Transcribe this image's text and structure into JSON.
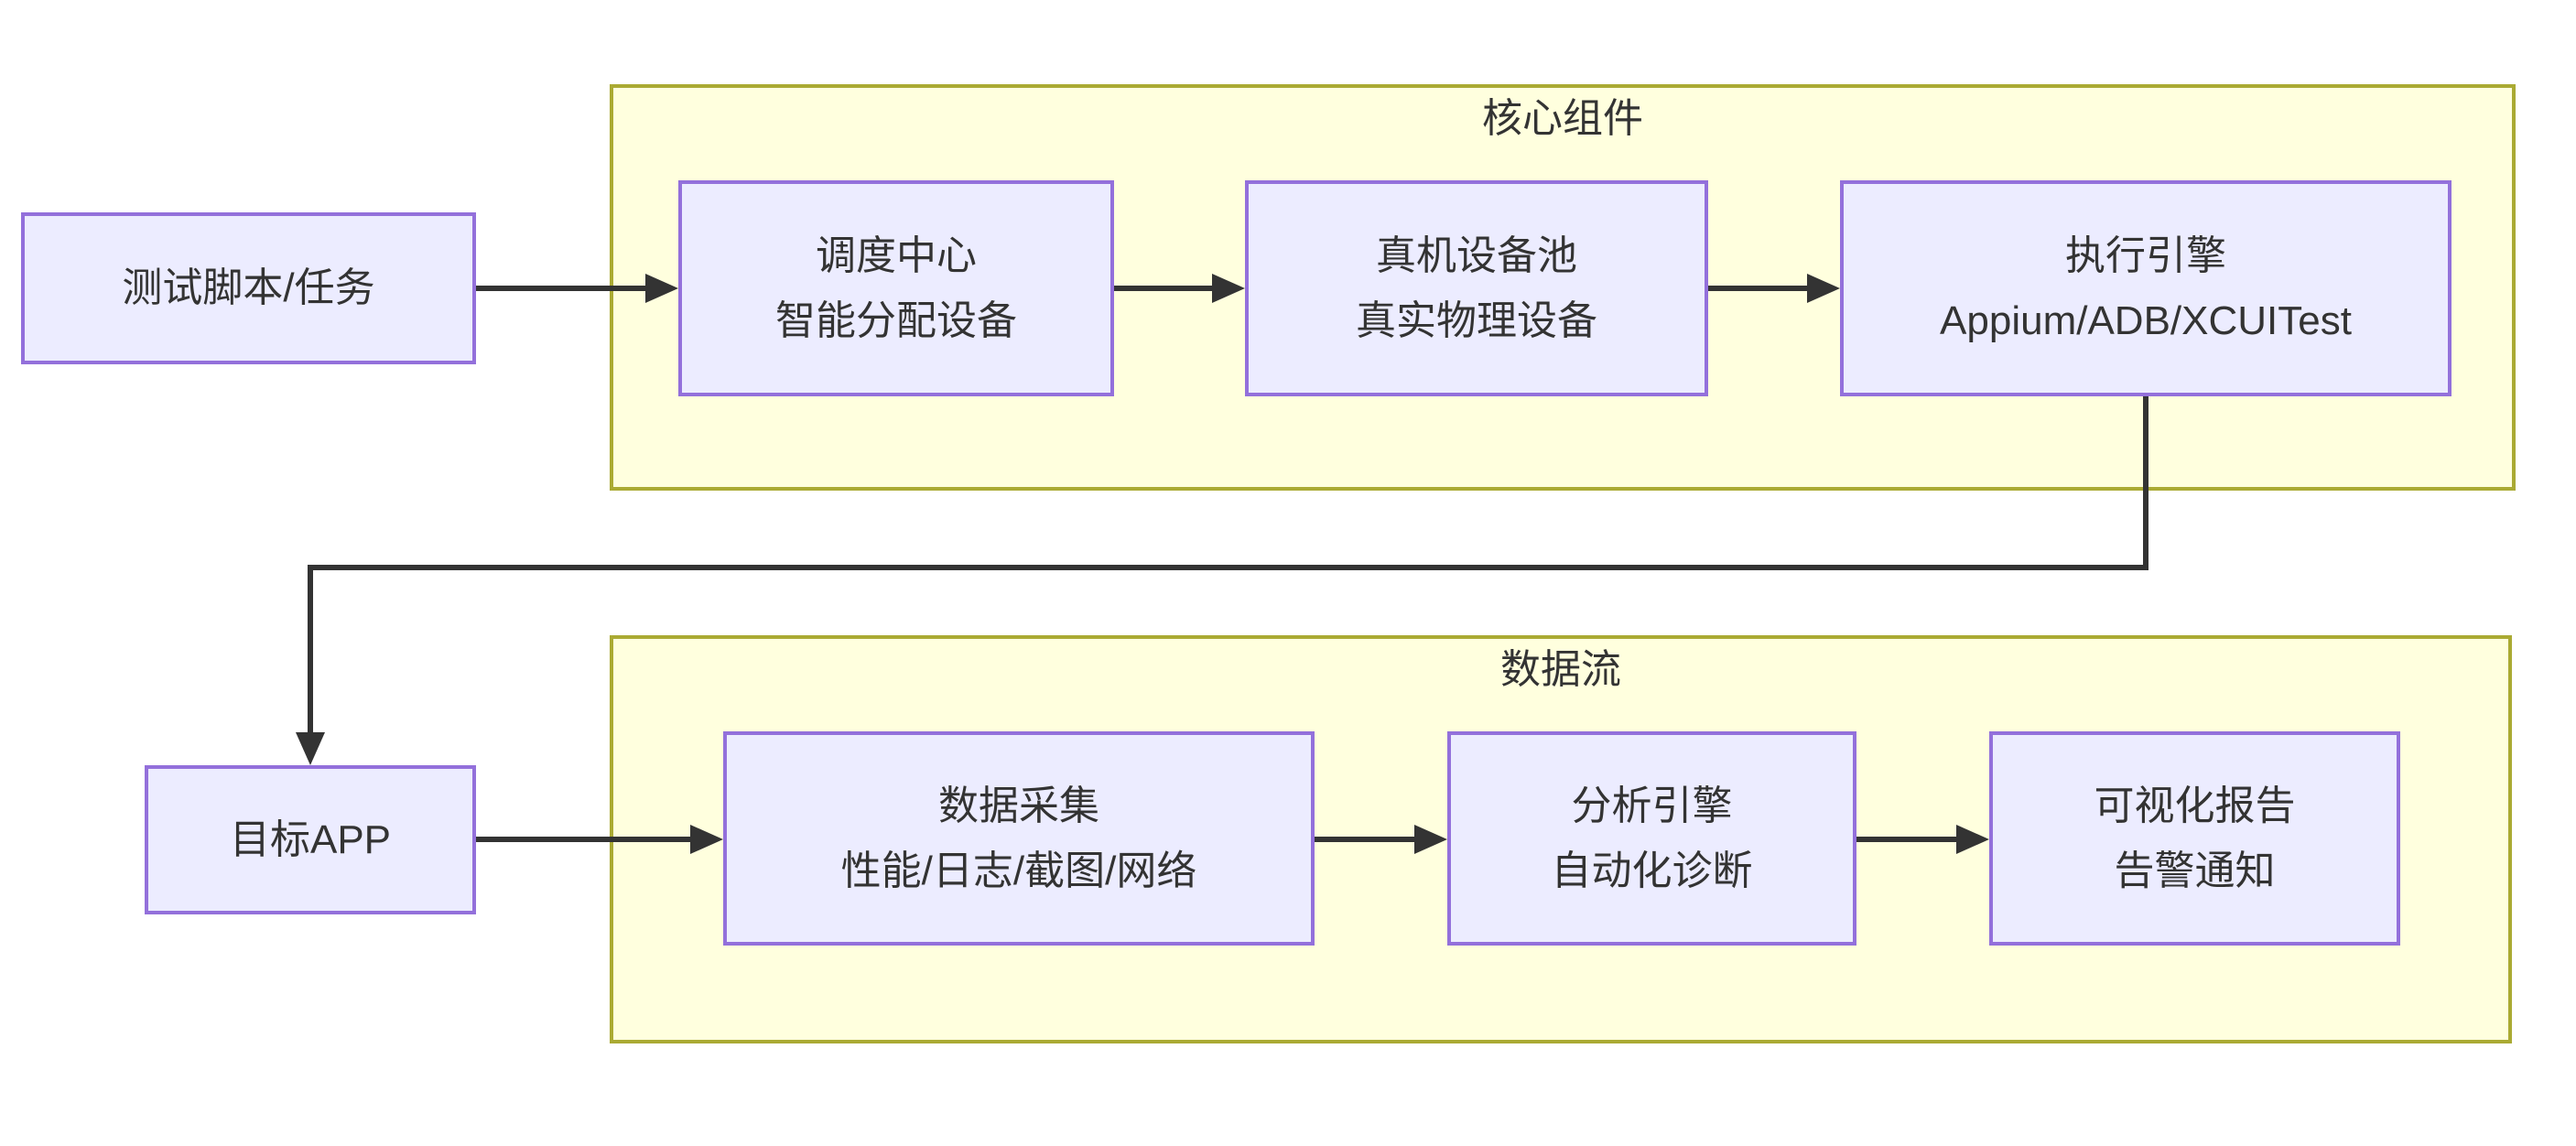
{
  "diagram": {
    "type": "flowchart",
    "clusters": {
      "core": {
        "title": "核心组件"
      },
      "dataflow": {
        "title": "数据流"
      }
    },
    "nodes": {
      "test_script": {
        "lines": [
          "测试脚本/任务"
        ]
      },
      "scheduler": {
        "lines": [
          "调度中心",
          "智能分配设备"
        ]
      },
      "device_pool": {
        "lines": [
          "真机设备池",
          "真实物理设备"
        ]
      },
      "exec_engine": {
        "lines": [
          "执行引擎",
          "Appium/ADB/XCUITest"
        ]
      },
      "target_app": {
        "lines": [
          "目标APP"
        ]
      },
      "data_collect": {
        "lines": [
          "数据采集",
          "性能/日志/截图/网络"
        ]
      },
      "analysis": {
        "lines": [
          "分析引擎",
          "自动化诊断"
        ]
      },
      "report": {
        "lines": [
          "可视化报告",
          "告警通知"
        ]
      }
    },
    "edges": [
      {
        "from": "test_script",
        "to": "scheduler",
        "style": "arrow"
      },
      {
        "from": "scheduler",
        "to": "device_pool",
        "style": "arrow"
      },
      {
        "from": "device_pool",
        "to": "exec_engine",
        "style": "arrow"
      },
      {
        "from": "exec_engine",
        "to": "target_app",
        "style": "elbow-arrow"
      },
      {
        "from": "target_app",
        "to": "data_collect",
        "style": "arrow"
      },
      {
        "from": "data_collect",
        "to": "analysis",
        "style": "arrow"
      },
      {
        "from": "analysis",
        "to": "report",
        "style": "arrow"
      }
    ],
    "colors": {
      "node_fill": "#ECECFF",
      "node_border": "#9370DB",
      "cluster_fill": "#FFFFDE",
      "cluster_border": "#AAAA33",
      "edge": "#333333",
      "text": "#333333",
      "background": "#FFFFFF"
    }
  }
}
